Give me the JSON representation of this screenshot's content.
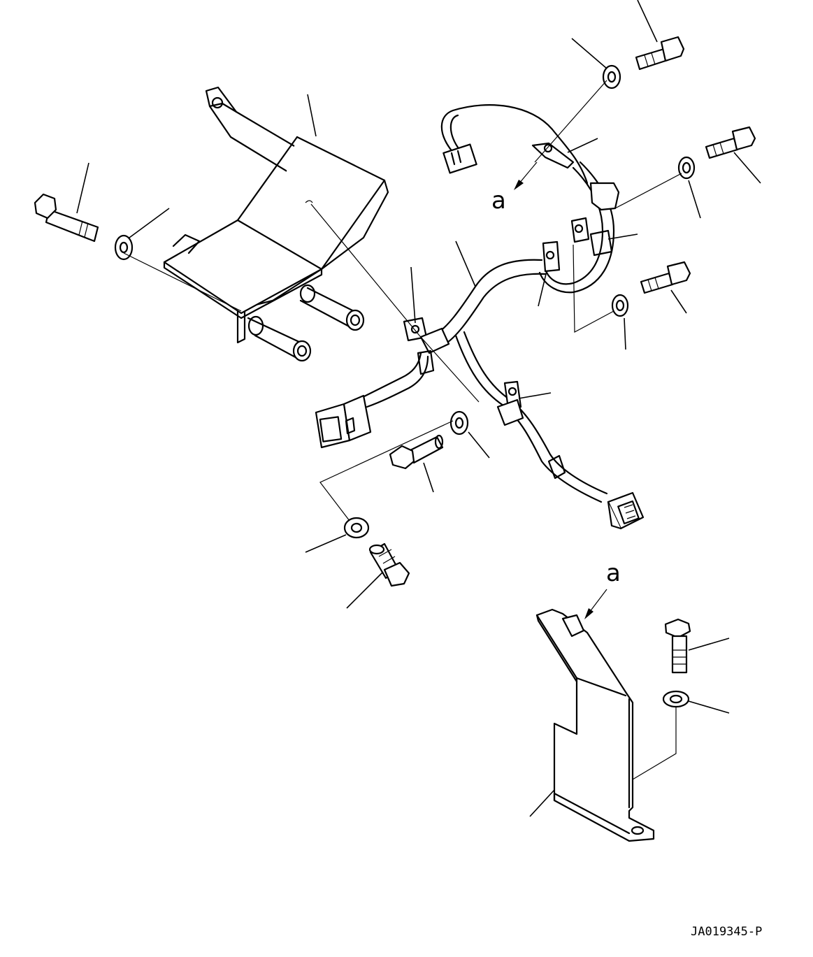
{
  "view_labels": {
    "upper": "a",
    "lower": "a"
  },
  "drawing_number": "JA019345-P"
}
